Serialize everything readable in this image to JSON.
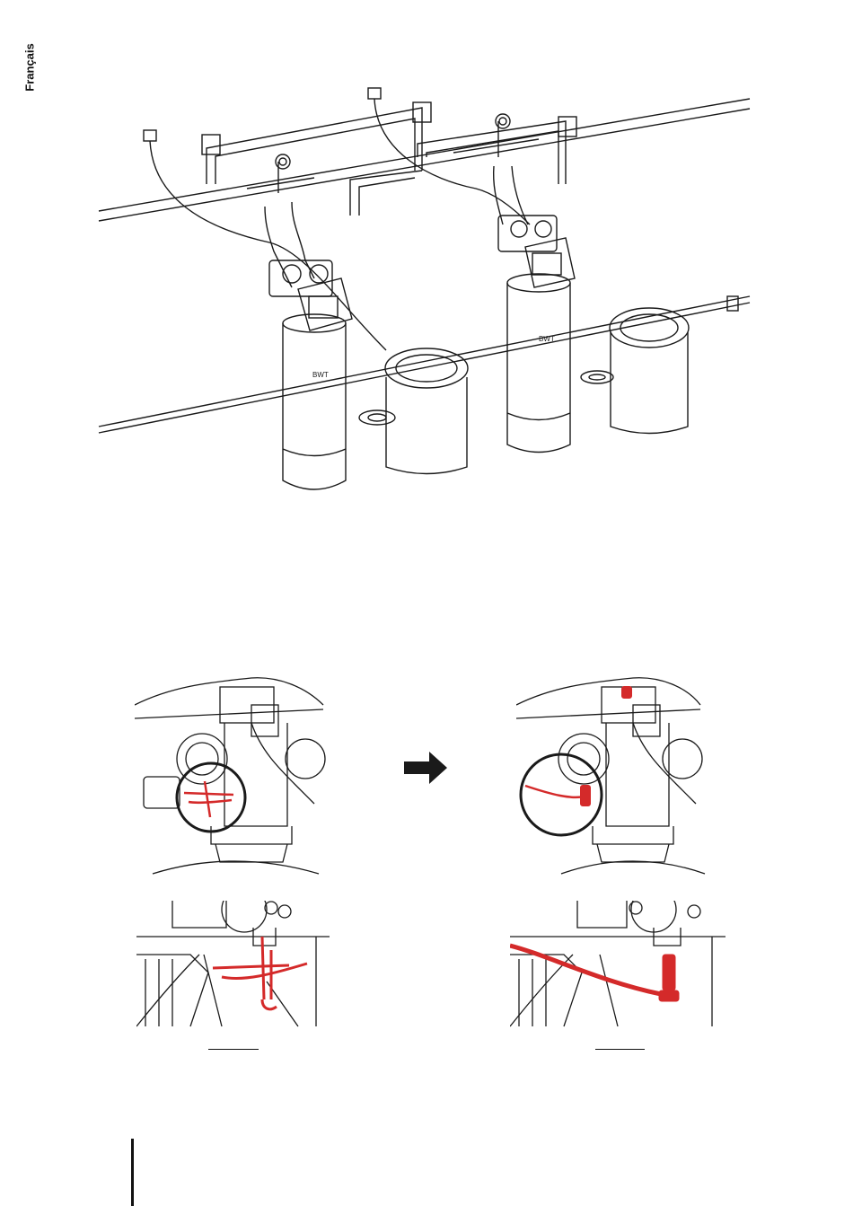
{
  "page": {
    "side_language_label": "Français"
  },
  "figures": {
    "top": {
      "name": "dual-softener-installation"
    },
    "middle_left": {
      "name": "control-valve-before"
    },
    "arrow": {
      "name": "right-arrow"
    },
    "middle_right": {
      "name": "control-valve-after"
    },
    "bottom_left": {
      "name": "drain-hose-detail-before"
    },
    "bottom_right": {
      "name": "drain-hose-detail-after"
    }
  },
  "brand_mark": "BWT",
  "colors": {
    "line": "#1a1a1a",
    "highlight": "#d42a2a",
    "background": "#ffffff"
  }
}
